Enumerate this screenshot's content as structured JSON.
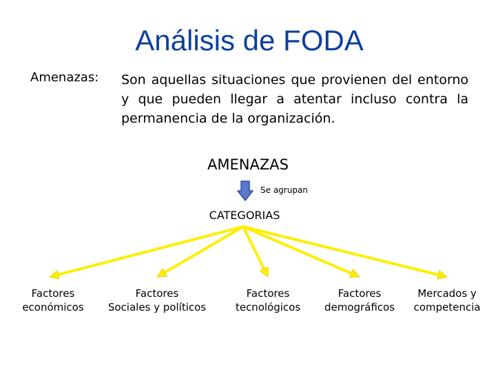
{
  "title": "Análisis de FODA",
  "definition": {
    "label": "Amenazas:",
    "text": "Son aquellas situaciones que provienen del entorno y que pueden llegar a atentar incluso contra la permanencia de la organización."
  },
  "diagram": {
    "root": "AMENAZAS",
    "arrow_icon": "arrow-down-icon",
    "arrow_label": "Se agrupan",
    "hub": "CATEGORIAS",
    "categories": [
      {
        "line1": "Factores",
        "line2": "económicos"
      },
      {
        "line1": "Factores",
        "line2": "Sociales y políticos"
      },
      {
        "line1": "Factores",
        "line2": "tecnológicos"
      },
      {
        "line1": "Factores",
        "line2": "demográficos"
      },
      {
        "line1": "Mercados y",
        "line2": "competencia"
      }
    ]
  },
  "colors": {
    "title": "#0c3f9e",
    "connector": "#ffee00",
    "connector_outline": "#e0c800",
    "arrow_fill": "#5b79c9",
    "arrow_stroke": "#2e4d9e"
  }
}
